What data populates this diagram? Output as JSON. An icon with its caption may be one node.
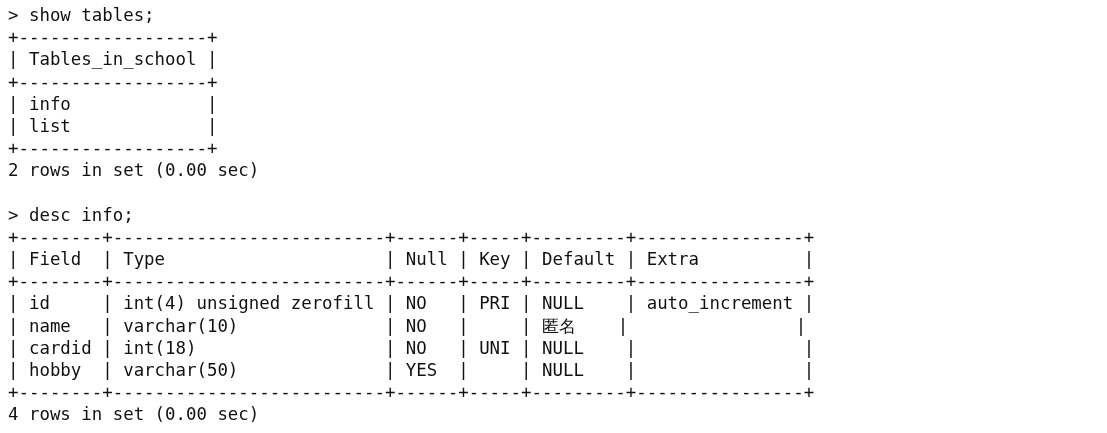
{
  "diagram": {
    "labels": [
      "> show tables;",
      "+------------------+",
      "| Tables_in_school |",
      "+------------------+",
      "| info             |",
      "| list             |",
      "+------------------+",
      "2 rows in set (0.00 sec)",
      "> desc info;",
      "+--------+--------------------------+------+-----+---------+----------------+",
      "| Field  | Type                     | Null | Key | Default | Extra          |",
      "+--------+--------------------------+------+-----+---------+----------------+",
      "| id     | int(4) unsigned zerofill | NO   | PRI | NULL    | auto_increment |",
      "| name   | varchar(10)              | NO   |     | 匿名    |                |",
      "| cardid | int(18)                  | NO   | UNI | NULL    |                |",
      "| hobby  | varchar(50)              | YES  |     | NULL    |                |",
      "+--------+--------------------------+------+-----+---------+----------------+",
      "4 rows in set (0.00 sec)"
    ]
  }
}
